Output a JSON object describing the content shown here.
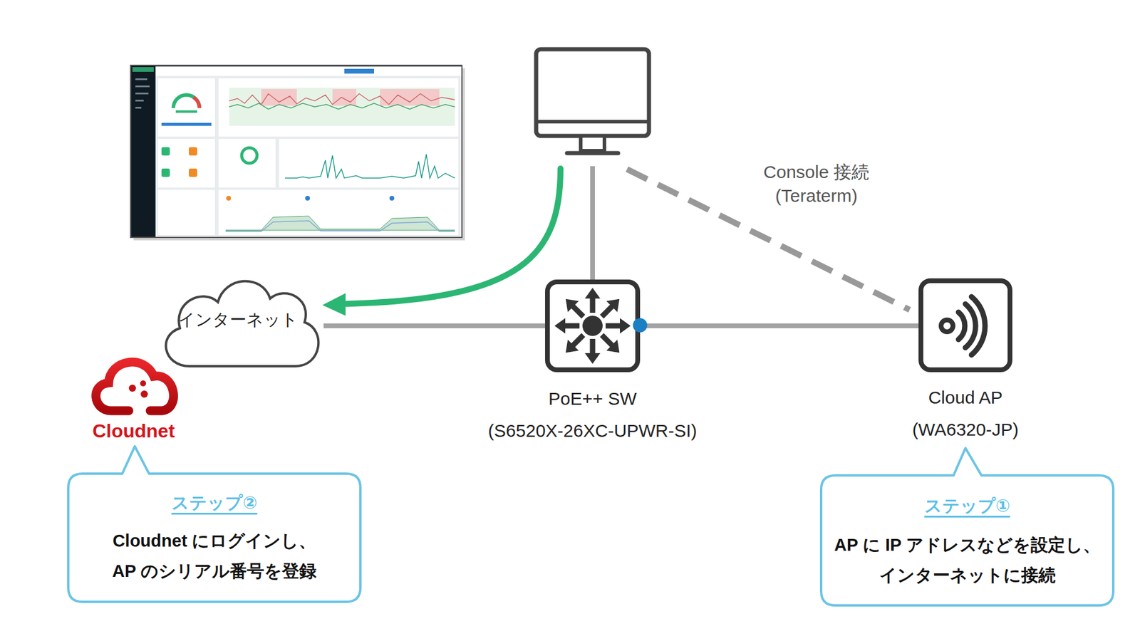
{
  "diagram": {
    "nodes": [
      {
        "text": [
          "インターネット"
        ]
      },
      {
        "text": [
          "PoE++ SW",
          "(S6520X-26XC-UPWR-SI)"
        ]
      },
      {
        "text": [
          "Cloud AP",
          "(WA6320-JP)"
        ]
      },
      {
        "text": [
          "Cloudnet"
        ]
      },
      {
        "text": [
          "ステップ②",
          "Cloudnet にログインし、 AP のシリアル番号を登録"
        ]
      },
      {
        "text": [
          "ステップ①",
          "AP に IP アドレスなどを設定し、 インターネットに接続"
        ]
      }
    ],
    "edges": [
      {
        "from": 0,
        "to": 1,
        "arrow": "none"
      },
      {
        "from": 1,
        "to": 2,
        "arrow": "none"
      }
    ],
    "labels": [
      "Console 接続 (Teraterm)"
    ]
  }
}
